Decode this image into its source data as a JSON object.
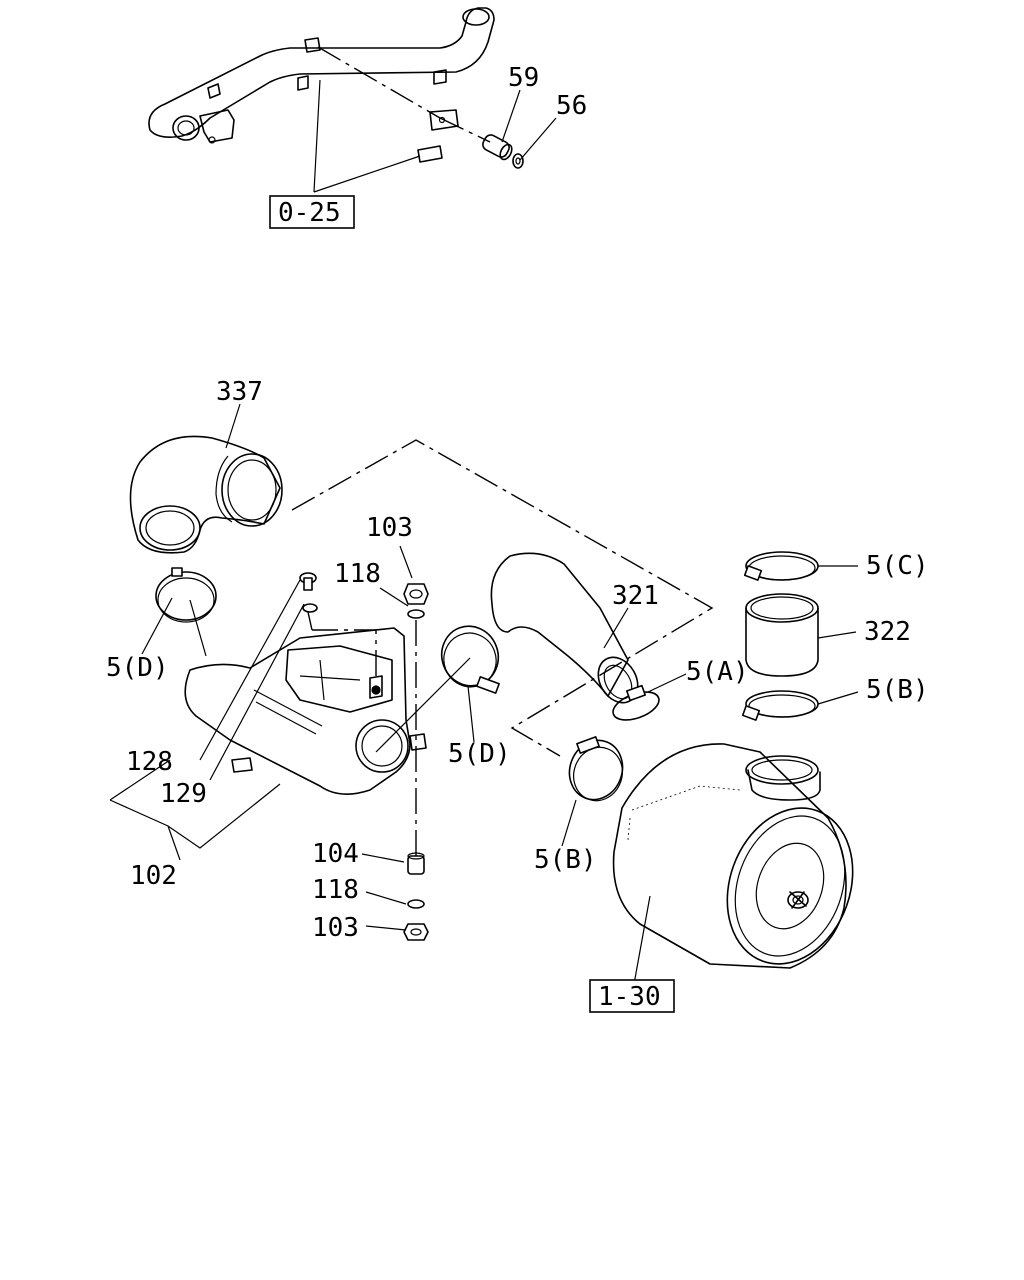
{
  "diagram": {
    "references": {
      "ref_top": "0-25",
      "ref_bottom": "1-30"
    },
    "callouts": {
      "c59": "59",
      "c56": "56",
      "c337": "337",
      "c103a": "103",
      "c118a": "118",
      "c321": "321",
      "c5c": "5(C)",
      "c322": "322",
      "c5b_right": "5(B)",
      "c5a": "5(A)",
      "c5d_left": "5(D)",
      "c5d_mid": "5(D)",
      "c128": "128",
      "c129": "129",
      "c102": "102",
      "c104": "104",
      "c118b": "118",
      "c103b": "103",
      "c5b_mid": "5(B)"
    }
  }
}
